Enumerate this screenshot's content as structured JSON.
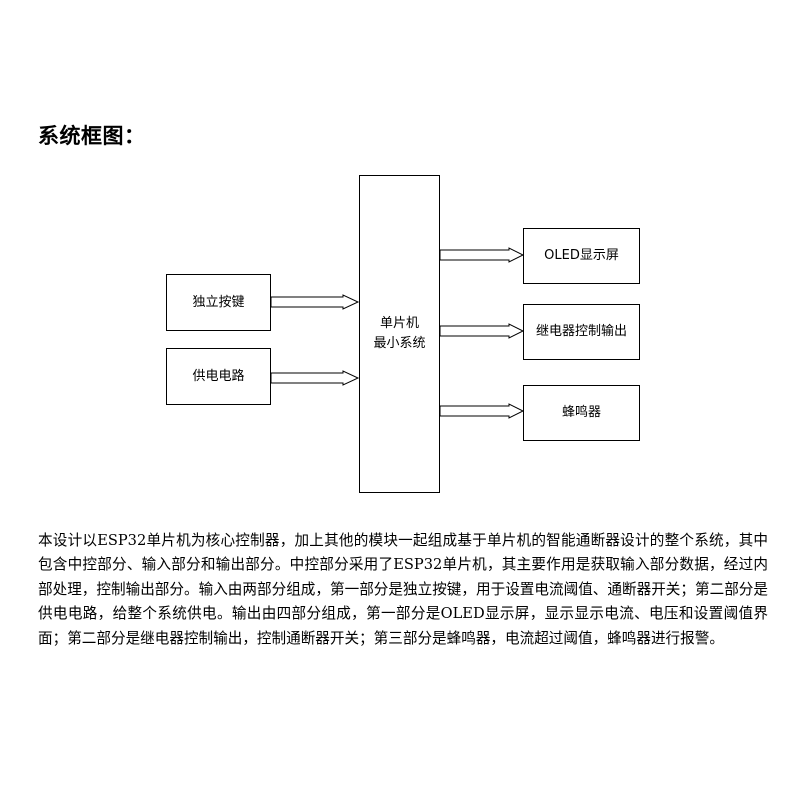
{
  "heading": "系统框图：",
  "diagram": {
    "inputs": [
      {
        "id": "key",
        "label": "独立按键"
      },
      {
        "id": "power",
        "label": "供电电路"
      }
    ],
    "core": {
      "label": "单片机\n最小系统"
    },
    "outputs": [
      {
        "id": "oled",
        "label": "OLED显示屏"
      },
      {
        "id": "relay",
        "label": "继电器控制输出"
      },
      {
        "id": "buzzer",
        "label": "蜂鸣器"
      }
    ]
  },
  "description": "本设计以ESP32单片机为核心控制器，加上其他的模块一起组成基于单片机的智能通断器设计的整个系统，其中包含中控部分、输入部分和输出部分。中控部分采用了ESP32单片机，其主要作用是获取输入部分数据，经过内部处理，控制输出部分。输入由两部分组成，第一部分是独立按键，用于设置电流阈值、通断器开关；第二部分是供电电路，给整个系统供电。输出由四部分组成，第一部分是OLED显示屏，显示显示电流、电压和设置阈值界面；第二部分是继电器控制输出，控制通断器开关；第三部分是蜂鸣器，电流超过阈值，蜂鸣器进行报警。"
}
